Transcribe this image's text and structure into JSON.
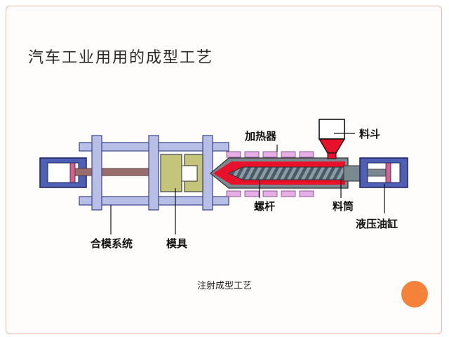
{
  "slide": {
    "title": "汽车工业用用的成型工艺",
    "caption": "注射成型工艺"
  },
  "diagram": {
    "labels": {
      "heater": "加热器",
      "hopper": "料斗",
      "screw": "螺杆",
      "barrel": "料筒",
      "clamping_system": "合模系统",
      "mold": "模具",
      "hydraulic_cylinder": "液压油缸"
    },
    "colors": {
      "frame_blue": "#4f5fb4",
      "frame_light": "#b8bfe6",
      "mold_olive": "#c4c47a",
      "melt_red": "#e8102a",
      "barrel_gray": "#7a8890",
      "heater_pink": "#e6aee6",
      "piston_pink": "#d8608a",
      "rod_brown": "#9a6d6d"
    }
  },
  "nav": {
    "icon": "orange-circle"
  }
}
